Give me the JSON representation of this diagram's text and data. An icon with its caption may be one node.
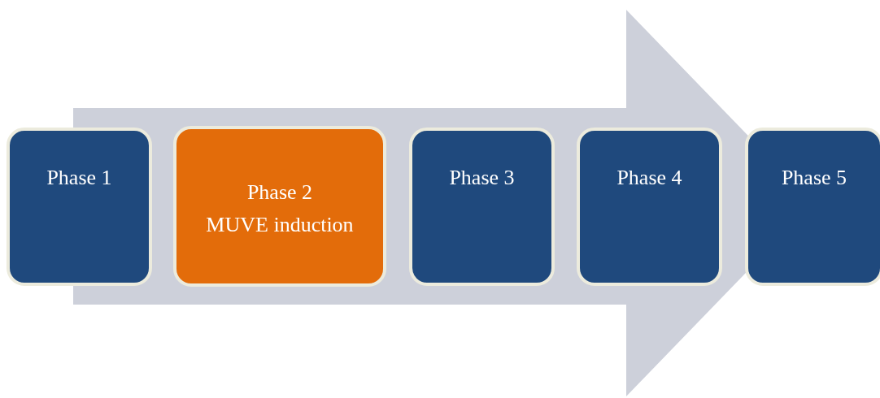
{
  "diagram": {
    "nodes": [
      {
        "text": [
          "Phase 1"
        ]
      },
      {
        "text": [
          "Phase 2",
          "MUVE induction"
        ]
      },
      {
        "text": [
          "Phase 3"
        ]
      },
      {
        "text": [
          "Phase 4"
        ]
      },
      {
        "text": [
          "Phase 5"
        ]
      }
    ],
    "edges": [
      {
        "from": 0,
        "to": 4,
        "arrow": "to"
      }
    ]
  }
}
